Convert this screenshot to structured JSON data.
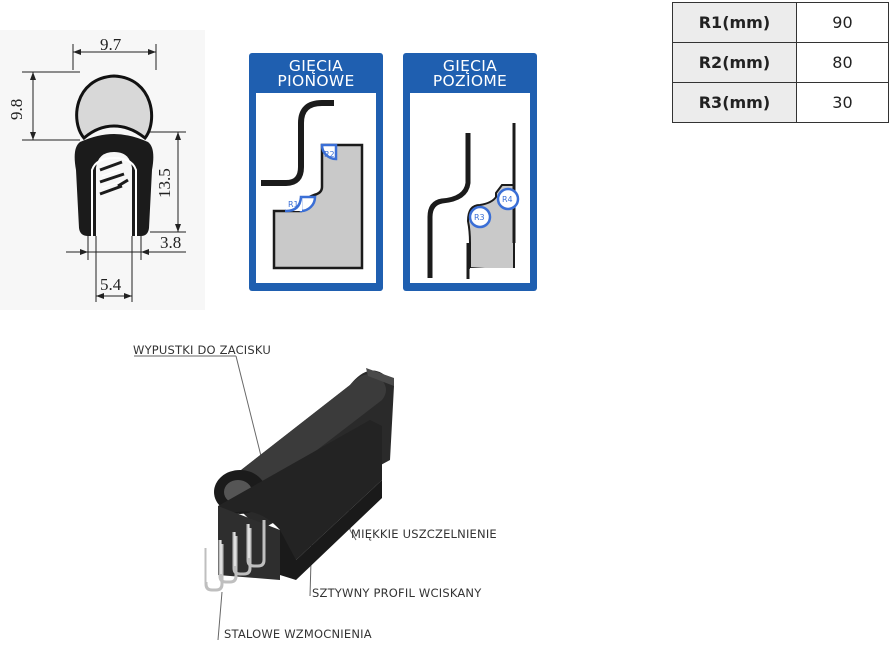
{
  "dimensions": {
    "width_top": "9.7",
    "height_head": "9.8",
    "height_body": "13.5",
    "side_width": "3.8",
    "base_width": "5.4"
  },
  "bends": {
    "vertical": {
      "title_line1": "GIĘCIA",
      "title_line2": "PIONOWE",
      "r_small": "R1",
      "r_large": "R2"
    },
    "horizontal": {
      "title_line1": "GIĘCIA",
      "title_line2": "POZIOME",
      "r_large": "R4",
      "r_small": "R3"
    }
  },
  "radius_table": {
    "rows": [
      {
        "label": "R1(mm)",
        "value": "90"
      },
      {
        "label": "R2(mm)",
        "value": "80"
      },
      {
        "label": "R3(mm)",
        "value": "30"
      }
    ]
  },
  "product_callouts": {
    "clamp_lips": "WYPUSTKI DO ZACISKU",
    "soft_seal": "MIĘKKIE USZCZELNIENIE",
    "rigid_profile": "SZTYWNY PROFIL WCISKANY",
    "steel_reinforcement": "STALOWE WZMOCNIENIA"
  },
  "colors": {
    "card_blue": "#1f5fb0",
    "badge_blue": "#3b6fd6",
    "profile_black": "#1b1b1b",
    "fill_grey": "#c9c9c9"
  }
}
